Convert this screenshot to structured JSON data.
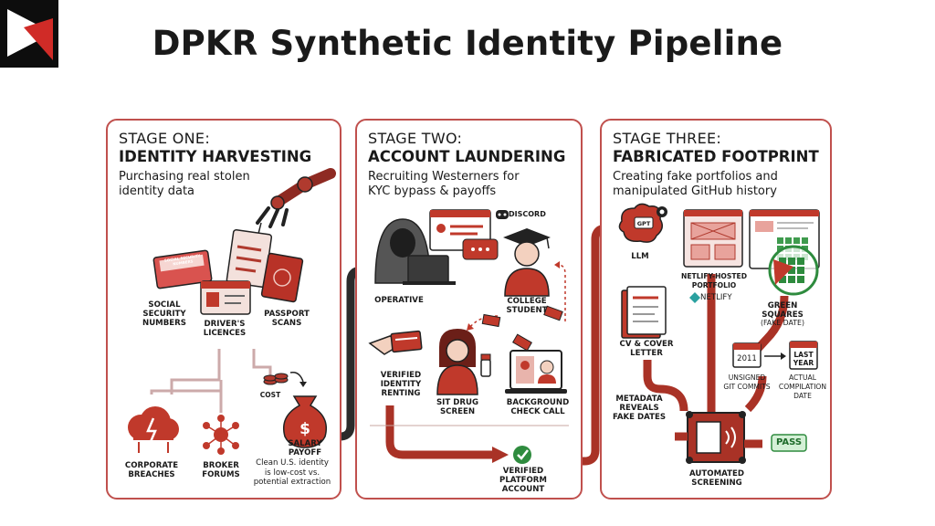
{
  "title": "DPKR Synthetic Identity Pipeline",
  "logo_icon": "play-triangle-logo",
  "colors": {
    "accent": "#c0392b",
    "dark": "#1a1a1a",
    "pipe": "#a93226",
    "green": "#2e8b3e"
  },
  "stages": [
    {
      "stage": "STAGE ONE:",
      "name": "IDENTITY HARVESTING",
      "desc": "Purchasing real stolen identity data",
      "labels": {
        "ssn_card": "SOCIAL SECURITY NUMBERS",
        "ssn": "SOCIAL\nSECURITY\nNUMBERS",
        "licences": "DRIVER'S\nLICENCES",
        "passport": "PASSPORT\nSCANS",
        "cost": "COST",
        "breaches": "CORPORATE\nBREACHES",
        "forums": "BROKER\nFORUMS",
        "salary": "SALARY\nPAYOFF",
        "salary_note": "Clean U.S. identity\nis low-cost vs.\npotential extraction"
      }
    },
    {
      "stage": "STAGE TWO:",
      "name": "ACCOUNT LAUNDERING",
      "desc": "Recruiting Westerners for KYC bypass & payoffs",
      "labels": {
        "discord": "DISCORD",
        "operative": "OPERATIVE",
        "student": "COLLEGE\nSTUDENT",
        "renting": "VERIFIED\nIDENTITY\nRENTING",
        "drug": "SIT DRUG\nSCREEN",
        "background": "BACKGROUND\nCHECK CALL",
        "verified": "VERIFIED\nPLATFORM\nACCOUNT"
      }
    },
    {
      "stage": "STAGE THREE:",
      "name": "FABRICATED FOOTPRINT",
      "desc": "Creating fake portfolios and manipulated GitHub history",
      "labels": {
        "gpt": "GPT",
        "llm": "LLM",
        "netlify_portfolio": "NETLIFY-HOSTED\nPORTFOLIO",
        "netlify": "NETLIFY",
        "green": "GREEN\nSQUARES",
        "fake_date": "(FAKE DATE)",
        "cv": "CV & COVER\nLETTER",
        "year": "2011",
        "last_year": "LAST\nYEAR",
        "unsigned": "UNSIGNED\nGIT COMMITS",
        "actual": "ACTUAL\nCOMPILATION\nDATE",
        "metadata": "METADATA\nREVEALS\nFAKE DATES",
        "pass": "PASS",
        "screening": "AUTOMATED\nSCREENING"
      }
    }
  ]
}
